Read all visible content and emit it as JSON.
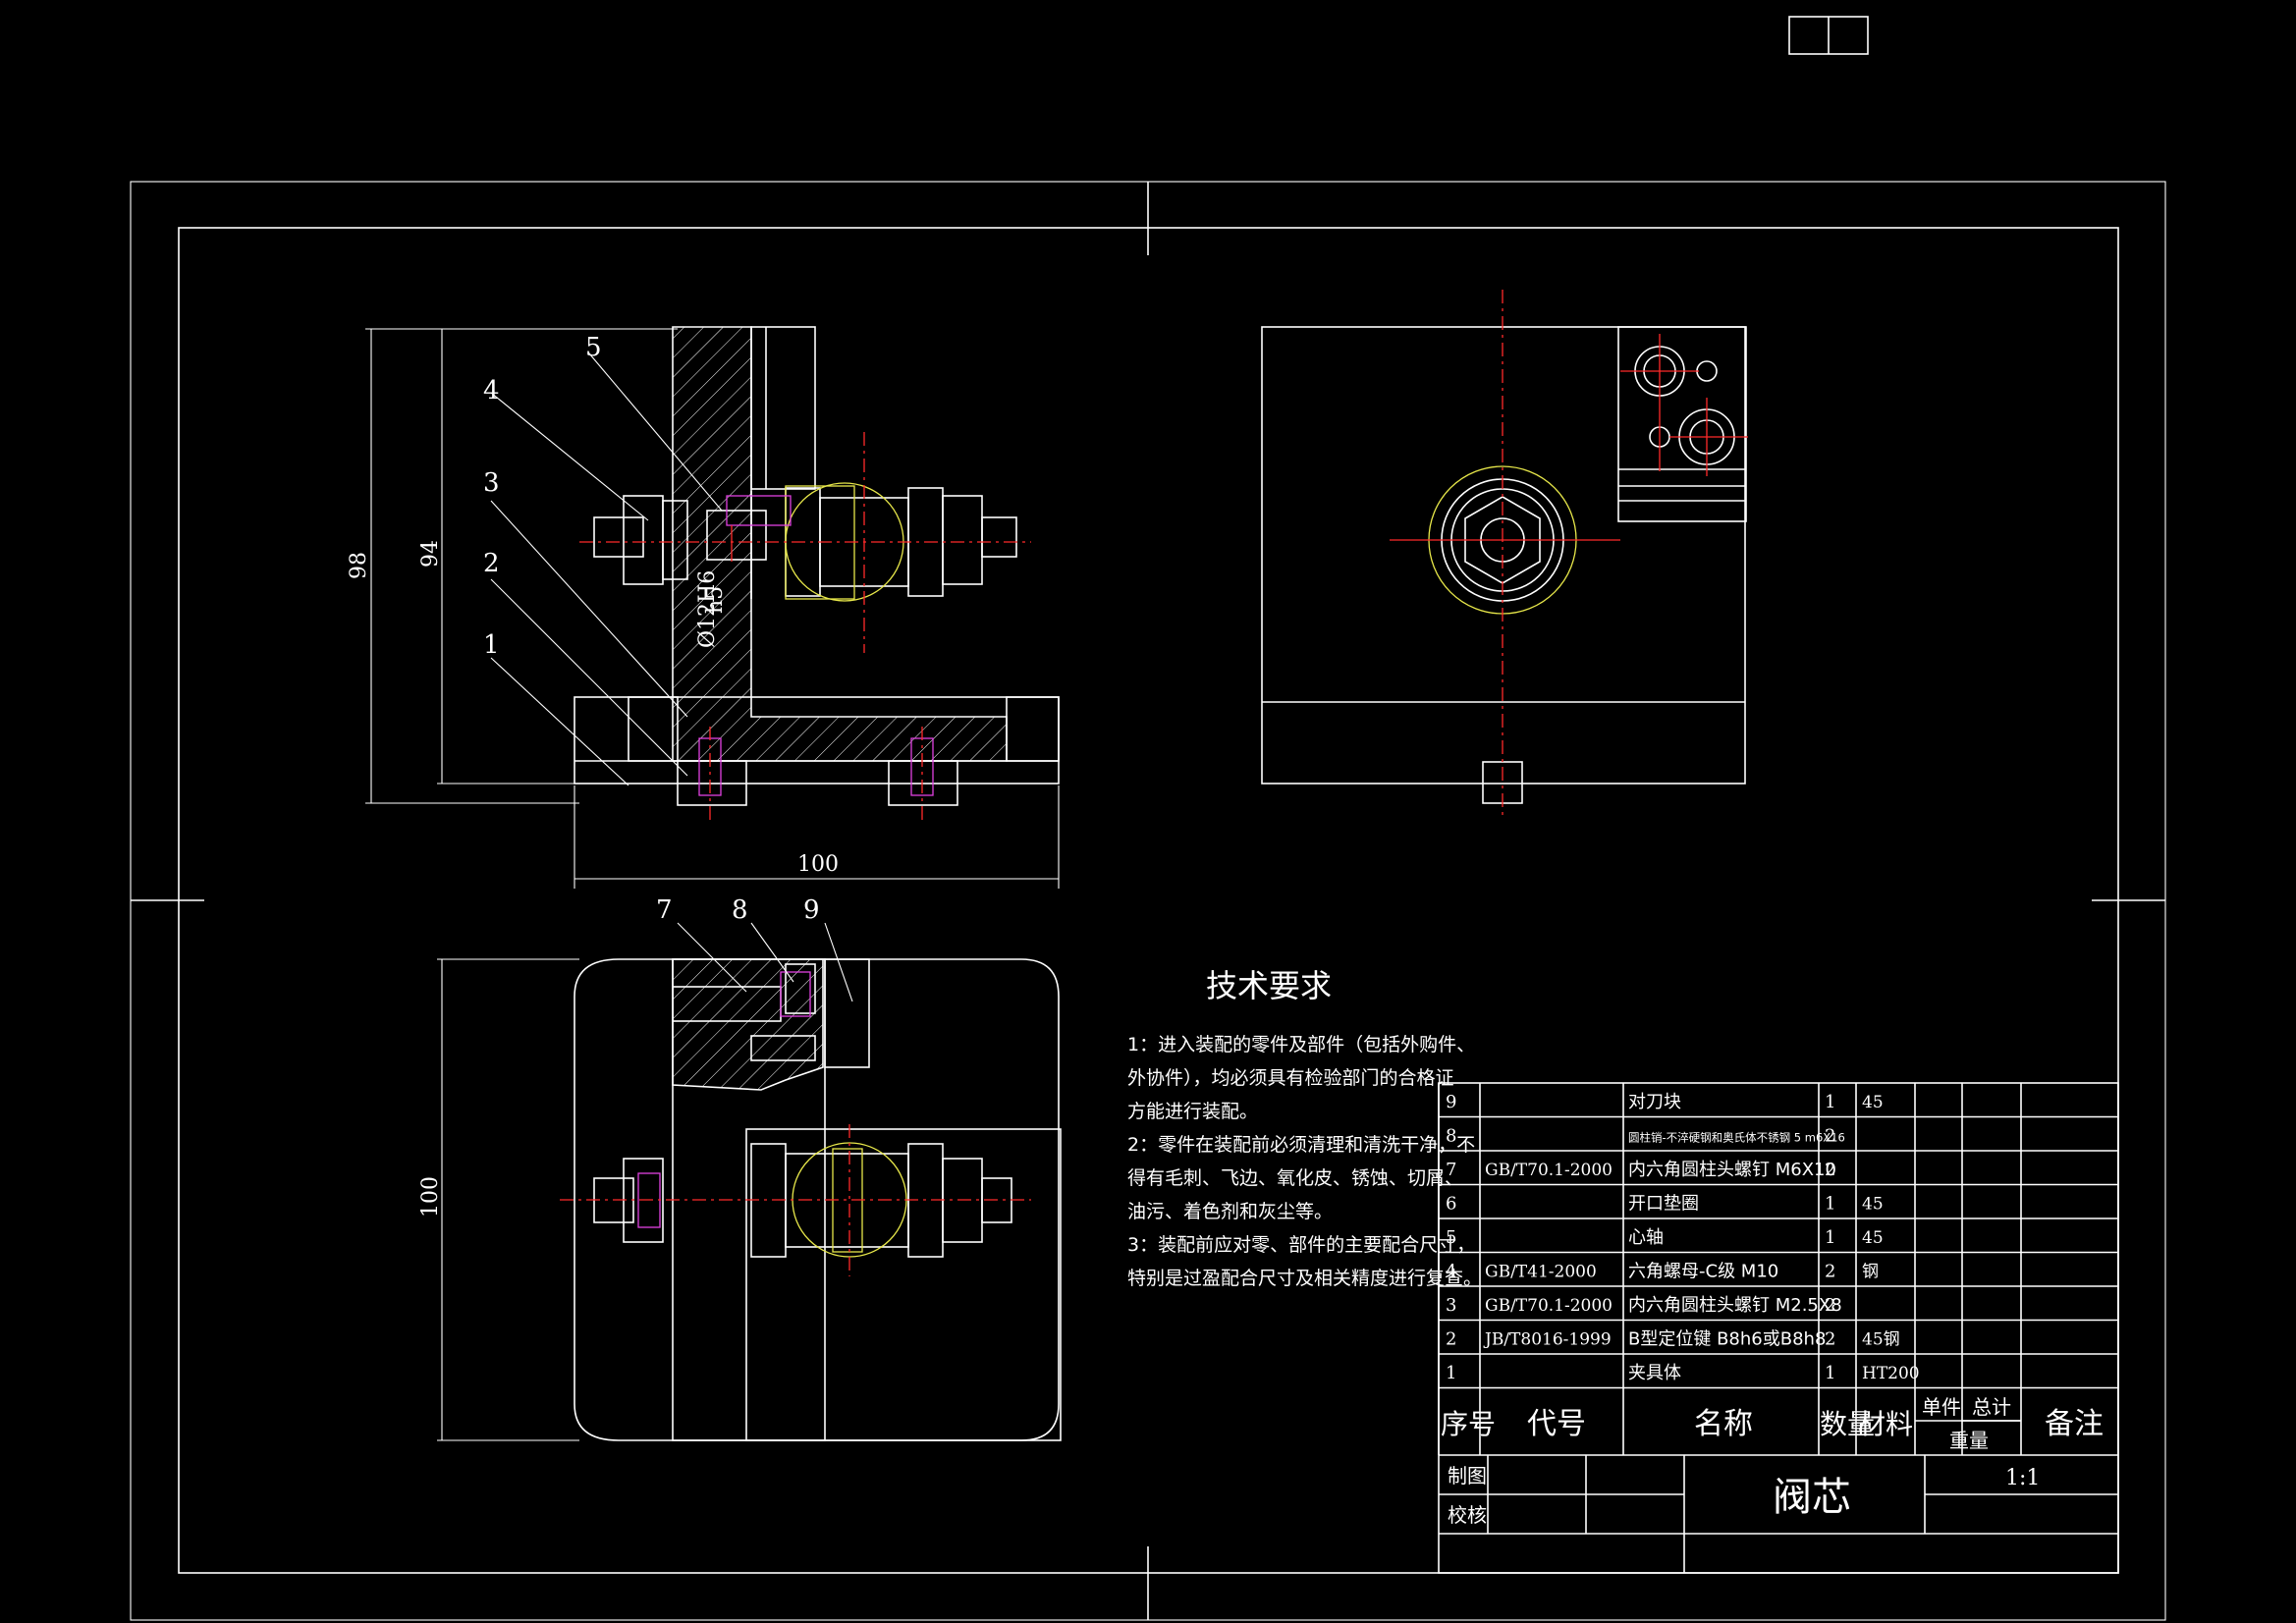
{
  "drawing": {
    "part_name": "阀芯",
    "scale": "1:1",
    "labels": {
      "drawn_by": "制图",
      "checked_by": "校核"
    }
  },
  "balloons": [
    "1",
    "2",
    "3",
    "4",
    "5",
    "7",
    "8",
    "9"
  ],
  "dimensions": {
    "height_98": "98",
    "height_94": "94",
    "width_100": "100",
    "height_100": "100",
    "diameter": "Ø12H6",
    "diameter_fit": "h5"
  },
  "tech_requirements": {
    "title": "技术要求",
    "lines": [
      "1：进入装配的零件及部件（包括外购件、",
      "外协件），均必须具有检验部门的合格证",
      "方能进行装配。",
      "2：零件在装配前必须清理和清洗干净，不",
      "得有毛刺、飞边、氧化皮、锈蚀、切屑、",
      "油污、着色剂和灰尘等。",
      "3：装配前应对零、部件的主要配合尺寸，",
      "特别是过盈配合尺寸及相关精度进行复查。"
    ]
  },
  "bom": {
    "headers": {
      "seq": "序号",
      "code": "代号",
      "name": "名称",
      "qty": "数量",
      "material": "材料",
      "unit": "单件",
      "total": "总计",
      "weight": "重量",
      "remark": "备注"
    },
    "rows": [
      {
        "seq": "9",
        "code": "",
        "name": "对刀块",
        "qty": "1",
        "material": "45"
      },
      {
        "seq": "8",
        "code": "",
        "name": "圆柱销-不淬硬钢和奥氏体不锈钢 5 m6X16",
        "qty": "2",
        "material": ""
      },
      {
        "seq": "7",
        "code": "GB/T70.1-2000",
        "name": "内六角圆柱头螺钉 M6X10",
        "qty": "2",
        "material": ""
      },
      {
        "seq": "6",
        "code": "",
        "name": "开口垫圈",
        "qty": "1",
        "material": "45"
      },
      {
        "seq": "5",
        "code": "",
        "name": "心轴",
        "qty": "1",
        "material": "45"
      },
      {
        "seq": "4",
        "code": "GB/T41-2000",
        "name": "六角螺母-C级 M10",
        "qty": "2",
        "material": "钢"
      },
      {
        "seq": "3",
        "code": "GB/T70.1-2000",
        "name": "内六角圆柱头螺钉 M2.5X8",
        "qty": "2",
        "material": ""
      },
      {
        "seq": "2",
        "code": "JB/T8016-1999",
        "name": "B型定位键 B8h6或B8h8",
        "qty": "2",
        "material": "45钢"
      },
      {
        "seq": "1",
        "code": "",
        "name": "夹具体",
        "qty": "1",
        "material": "HT200"
      }
    ]
  }
}
